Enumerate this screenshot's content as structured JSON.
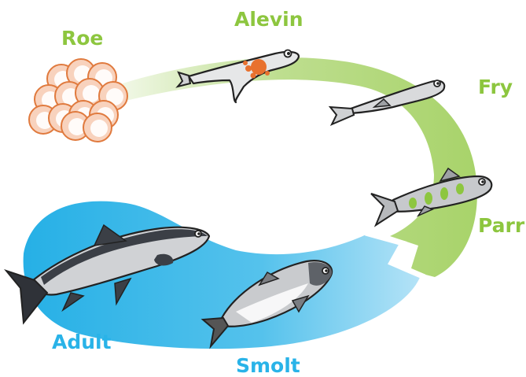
{
  "stages": {
    "roe": "Roe",
    "alevin": "Alevin",
    "fry": "Fry",
    "parr": "Parr",
    "smolt": "Smolt",
    "adult": "Adult"
  },
  "colors": {
    "freshwater_label": "#8dc63f",
    "saltwater_label": "#29b3e8",
    "freshwater_band": "#a8d36a",
    "saltwater_band": "#48bde9",
    "roe_fill": "#f8d2bd",
    "roe_outline": "#e07a3e",
    "fish_body": "#c7c9cc",
    "fish_dark": "#3b3f46",
    "fish_outline": "#222222",
    "parr_marks": "#8dc63f"
  },
  "icons": {
    "roe": "egg-cluster-icon",
    "alevin": "alevin-fish-icon",
    "fry": "fry-fish-icon",
    "parr": "parr-fish-icon",
    "smolt": "smolt-fish-icon",
    "adult": "adult-salmon-icon"
  }
}
